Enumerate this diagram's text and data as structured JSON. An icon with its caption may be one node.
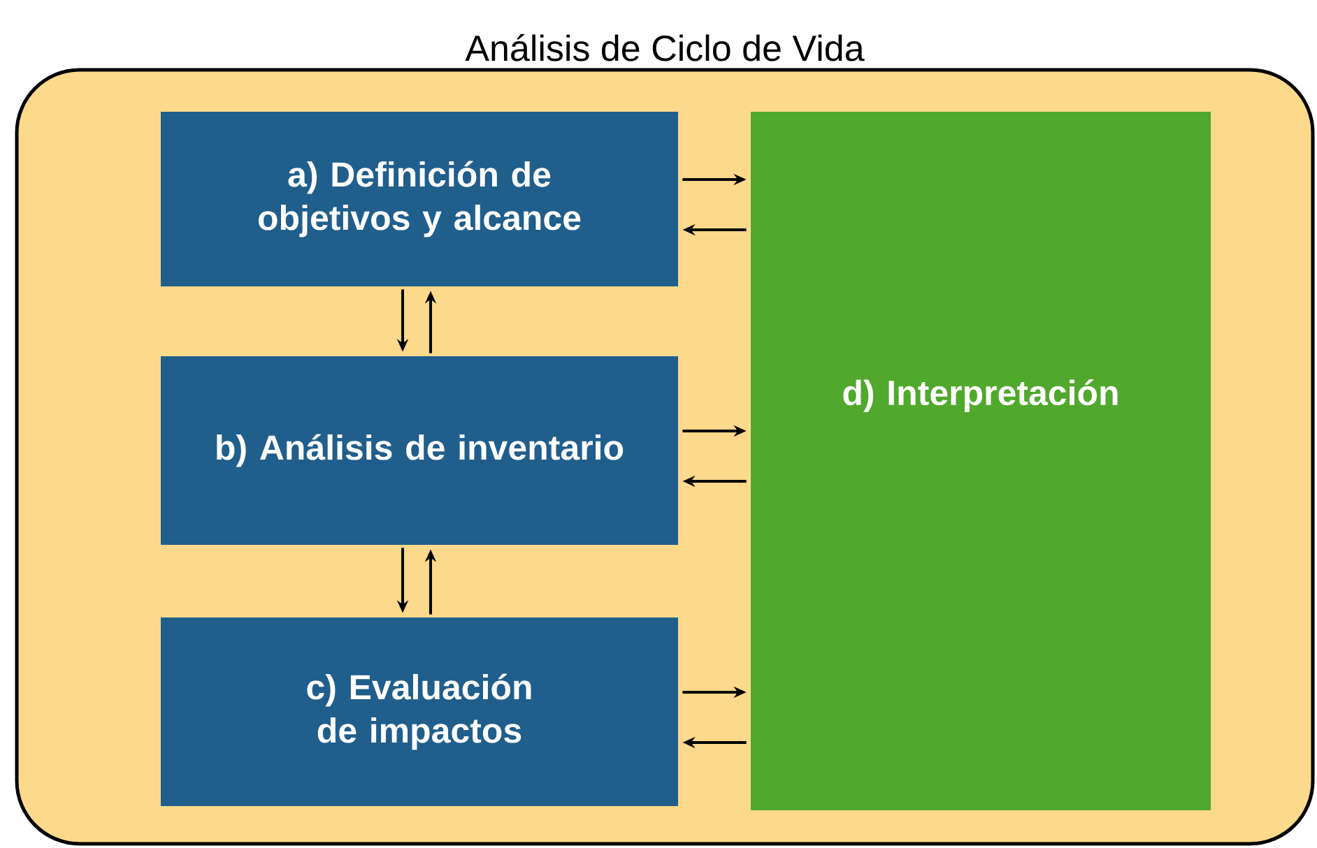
{
  "diagram": {
    "nodes": [
      {
        "text": [
          "Análisis de Ciclo de Vida"
        ]
      },
      {
        "text": [
          "a) Definición de objetivos y alcance"
        ],
        "in": 0
      },
      {
        "text": [
          "b) Análisis de inventario"
        ],
        "in": 0
      },
      {
        "text": [
          "c) Evaluación de impactos"
        ],
        "in": 0
      },
      {
        "text": [
          "d) Interpretación"
        ],
        "in": 0
      }
    ],
    "edges": [
      {
        "from": 1,
        "to": 4,
        "arrow": "to"
      },
      {
        "from": 4,
        "to": 1,
        "arrow": "to"
      },
      {
        "from": 1,
        "to": 2,
        "arrow": "to"
      },
      {
        "from": 2,
        "to": 1,
        "arrow": "to"
      },
      {
        "from": 2,
        "to": 4,
        "arrow": "to"
      },
      {
        "from": 4,
        "to": 2,
        "arrow": "to"
      },
      {
        "from": 2,
        "to": 3,
        "arrow": "to"
      },
      {
        "from": 3,
        "to": 2,
        "arrow": "to"
      },
      {
        "from": 3,
        "to": 4,
        "arrow": "to"
      },
      {
        "from": 4,
        "to": 3,
        "arrow": "to"
      }
    ]
  }
}
